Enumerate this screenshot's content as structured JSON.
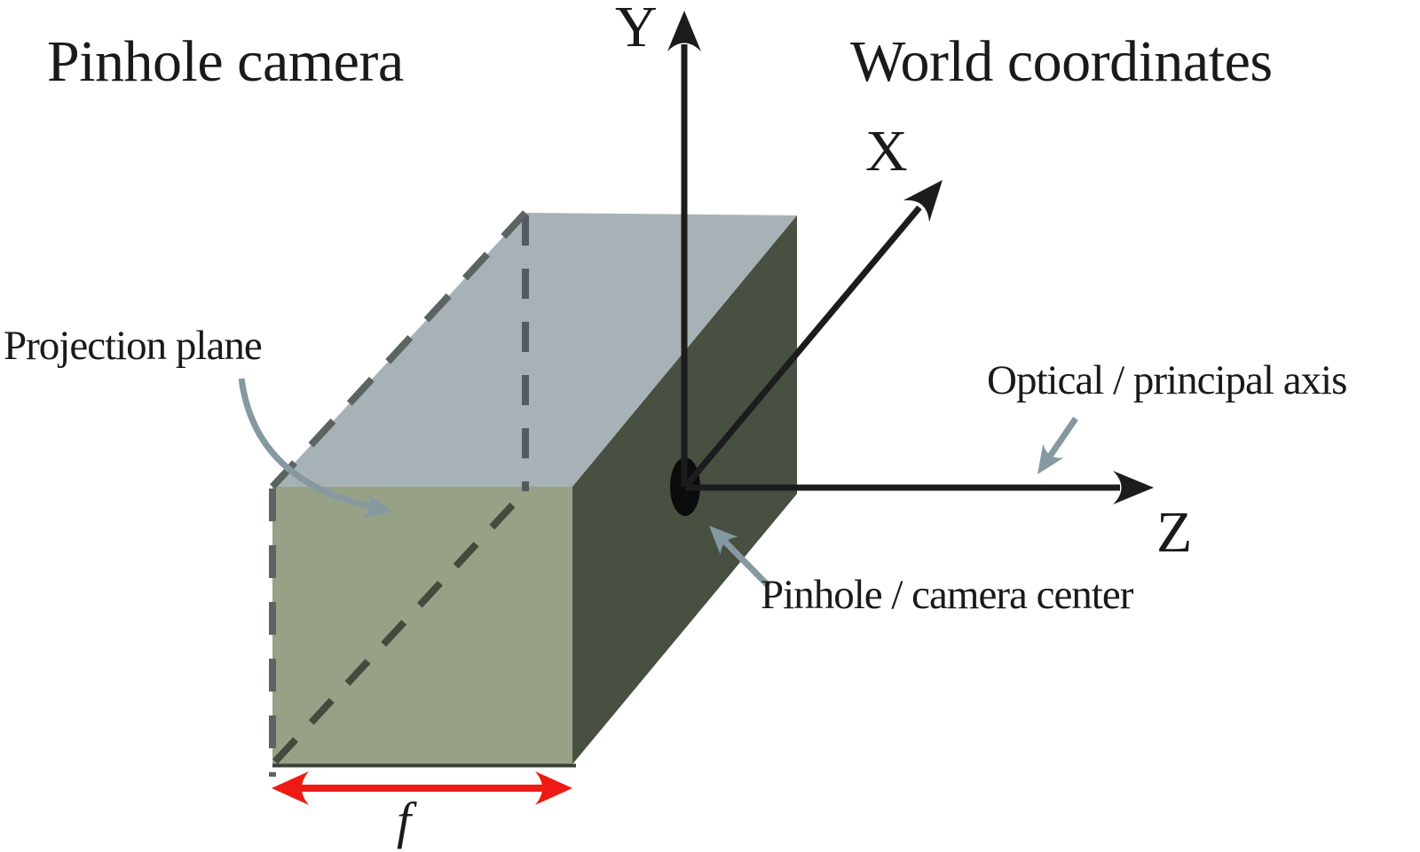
{
  "diagram": {
    "title_left": "Pinhole camera",
    "title_right": "World coordinates",
    "axis_labels": {
      "x": "X",
      "y": "Y",
      "z": "Z"
    },
    "annotations": {
      "projection_plane": "Projection plane",
      "optical_axis": "Optical / principal axis",
      "pinhole_center": "Pinhole / camera center",
      "focal_length": "f"
    },
    "colors": {
      "background": "#ffffff",
      "face_top": "#a7b2b6",
      "face_front": "#97a186",
      "face_side": "#485041",
      "pinhole": "#0b0b0b",
      "axis": "#1c1c1c",
      "annotation_arrow_gray": "#8599a1",
      "focal_arrow_red": "#ee1b15",
      "hidden_edge_dash_slate": "#525b60",
      "hidden_edge_dash_olive": "#434b3d",
      "outer_edge_dash_gray": "#5c6462",
      "front_bottom_edge": "#3a4134",
      "text": "#1a1a1a"
    }
  }
}
